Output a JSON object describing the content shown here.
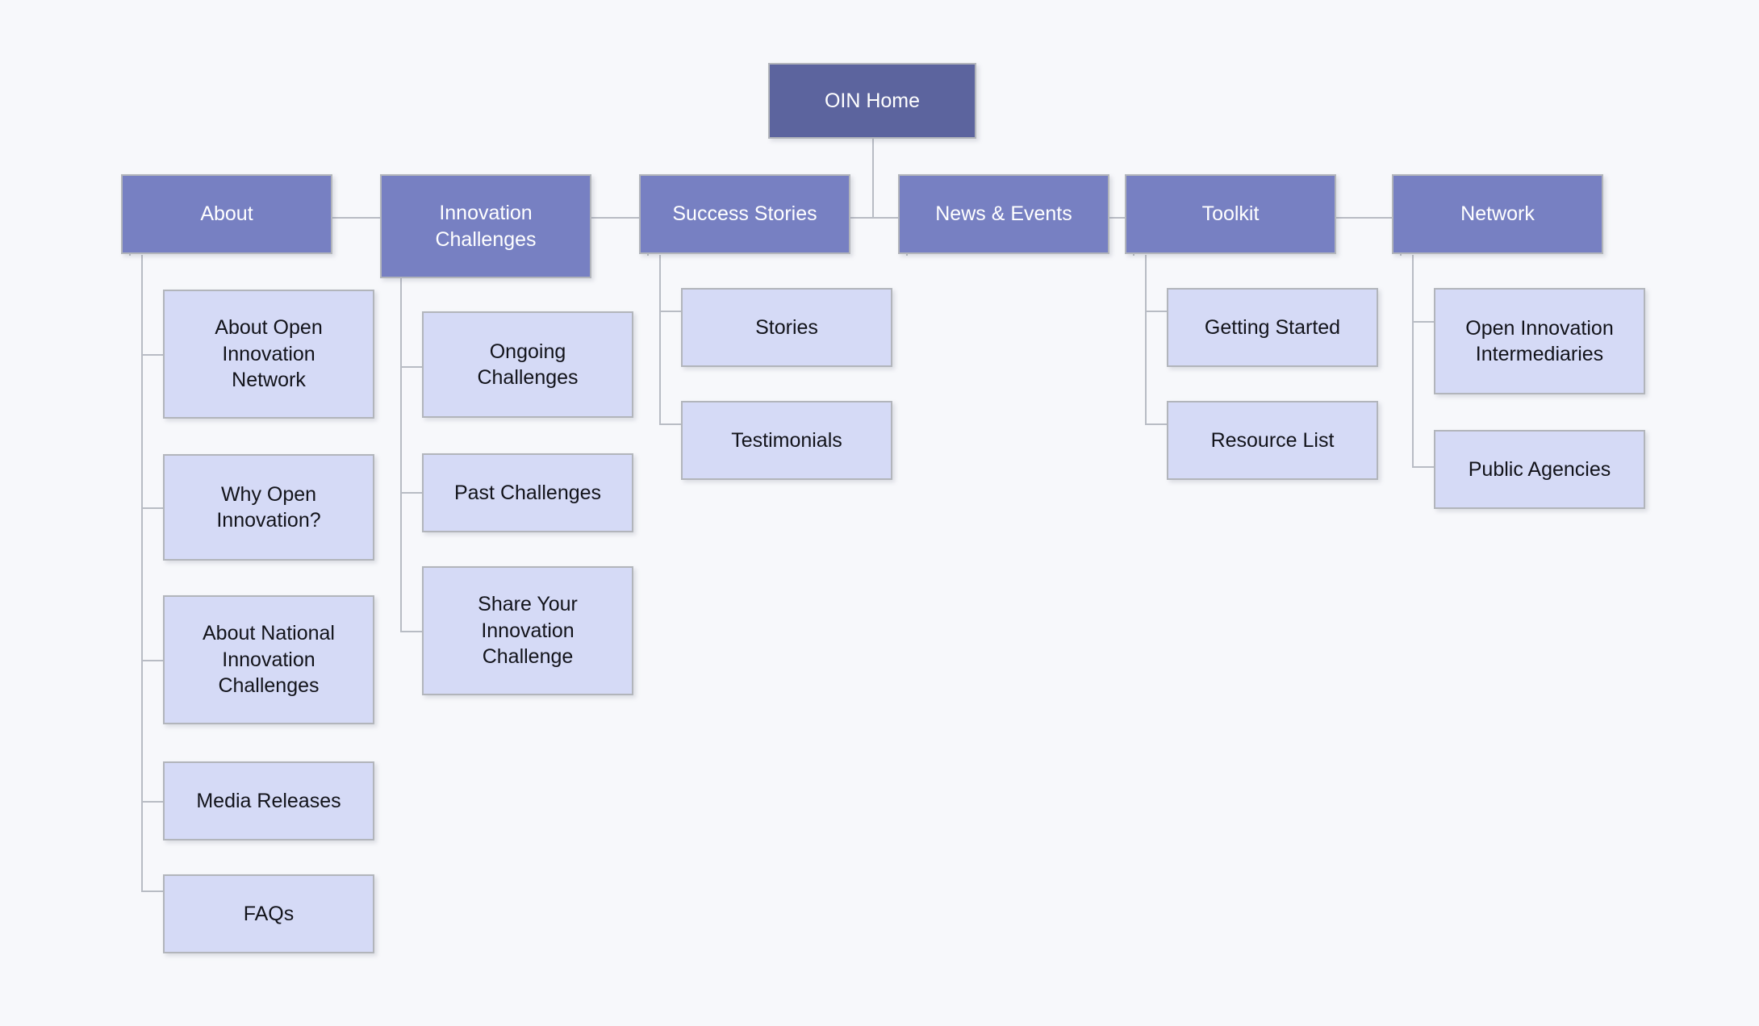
{
  "diagram": {
    "type": "sitemap-tree",
    "background_color": "#f7f8fb",
    "connector_color": "#b8bcc4",
    "levels": {
      "root": {
        "fill": "#5c649e",
        "text_color": "#ffffff"
      },
      "level2": {
        "fill": "#7780c2",
        "text_color": "#ffffff"
      },
      "leaf": {
        "fill": "#d5daf6",
        "text_color": "#12131a"
      }
    }
  },
  "root": {
    "label": "OIN Home"
  },
  "sections": [
    {
      "label": "About",
      "children": [
        {
          "label": "About Open\nInnovation\nNetwork"
        },
        {
          "label": "Why Open\nInnovation?"
        },
        {
          "label": "About National\nInnovation\nChallenges"
        },
        {
          "label": "Media Releases"
        },
        {
          "label": "FAQs"
        }
      ]
    },
    {
      "label": "Innovation\nChallenges",
      "children": [
        {
          "label": "Ongoing\nChallenges"
        },
        {
          "label": "Past Challenges"
        },
        {
          "label": "Share Your\nInnovation\nChallenge"
        }
      ]
    },
    {
      "label": "Success Stories",
      "children": [
        {
          "label": "Stories"
        },
        {
          "label": "Testimonials"
        }
      ]
    },
    {
      "label": "News & Events",
      "children": []
    },
    {
      "label": "Toolkit",
      "children": [
        {
          "label": "Getting Started"
        },
        {
          "label": "Resource List"
        }
      ]
    },
    {
      "label": "Network",
      "children": [
        {
          "label": "Open Innovation\nIntermediaries"
        },
        {
          "label": "Public Agencies"
        }
      ]
    }
  ]
}
